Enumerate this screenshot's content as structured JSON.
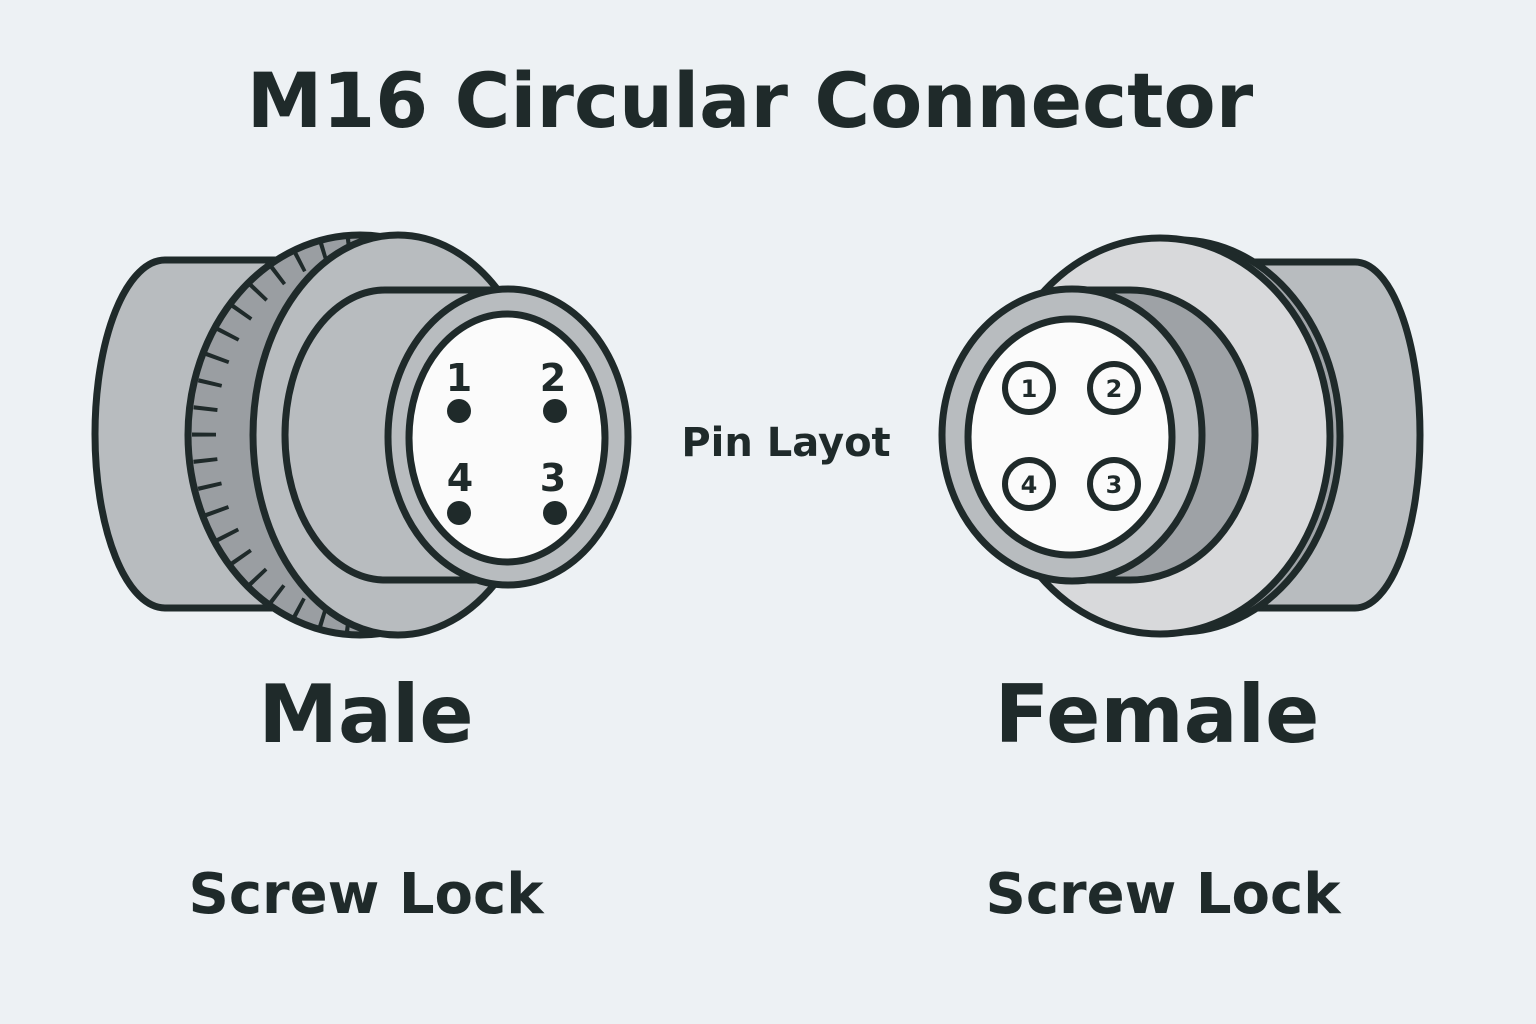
{
  "title": "M16 Circular Connector",
  "center_label": "Pin Layot",
  "male": {
    "label": "Male",
    "lock": "Screw Lock",
    "pins": [
      "1",
      "2",
      "3",
      "4"
    ]
  },
  "female": {
    "label": "Female",
    "lock": "Screw Lock",
    "pins": [
      "1",
      "2",
      "3",
      "4"
    ]
  },
  "colors": {
    "background": "#edf1f4",
    "outline": "#1f2a2a",
    "body": "#b8bcbf",
    "knurl": "#9a9ea2",
    "face": "#fbfbfb",
    "female_disk": "#d8d9db"
  }
}
